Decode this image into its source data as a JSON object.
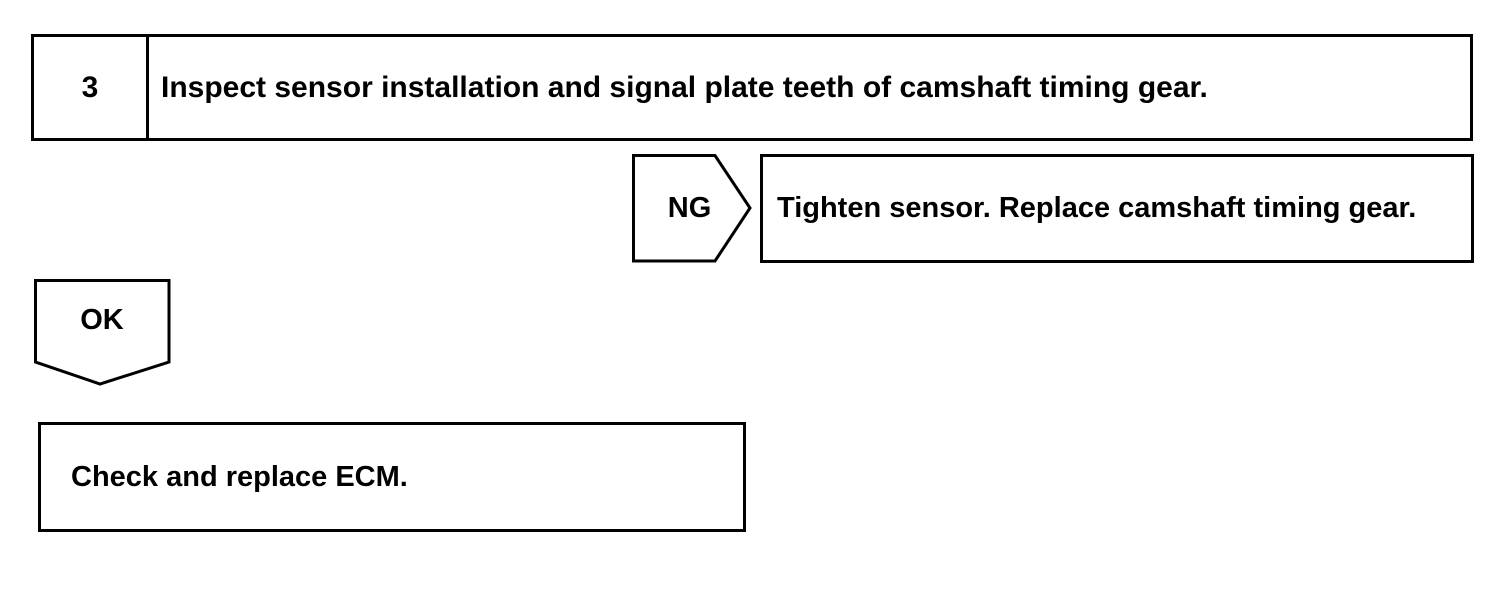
{
  "step": {
    "number": "3",
    "text": "Inspect sensor installation and signal plate teeth of camshaft timing gear."
  },
  "ng_branch": {
    "label": "NG",
    "action": "Tighten sensor. Replace camshaft timing gear."
  },
  "ok_branch": {
    "label": "OK",
    "action": "Check and replace ECM."
  }
}
